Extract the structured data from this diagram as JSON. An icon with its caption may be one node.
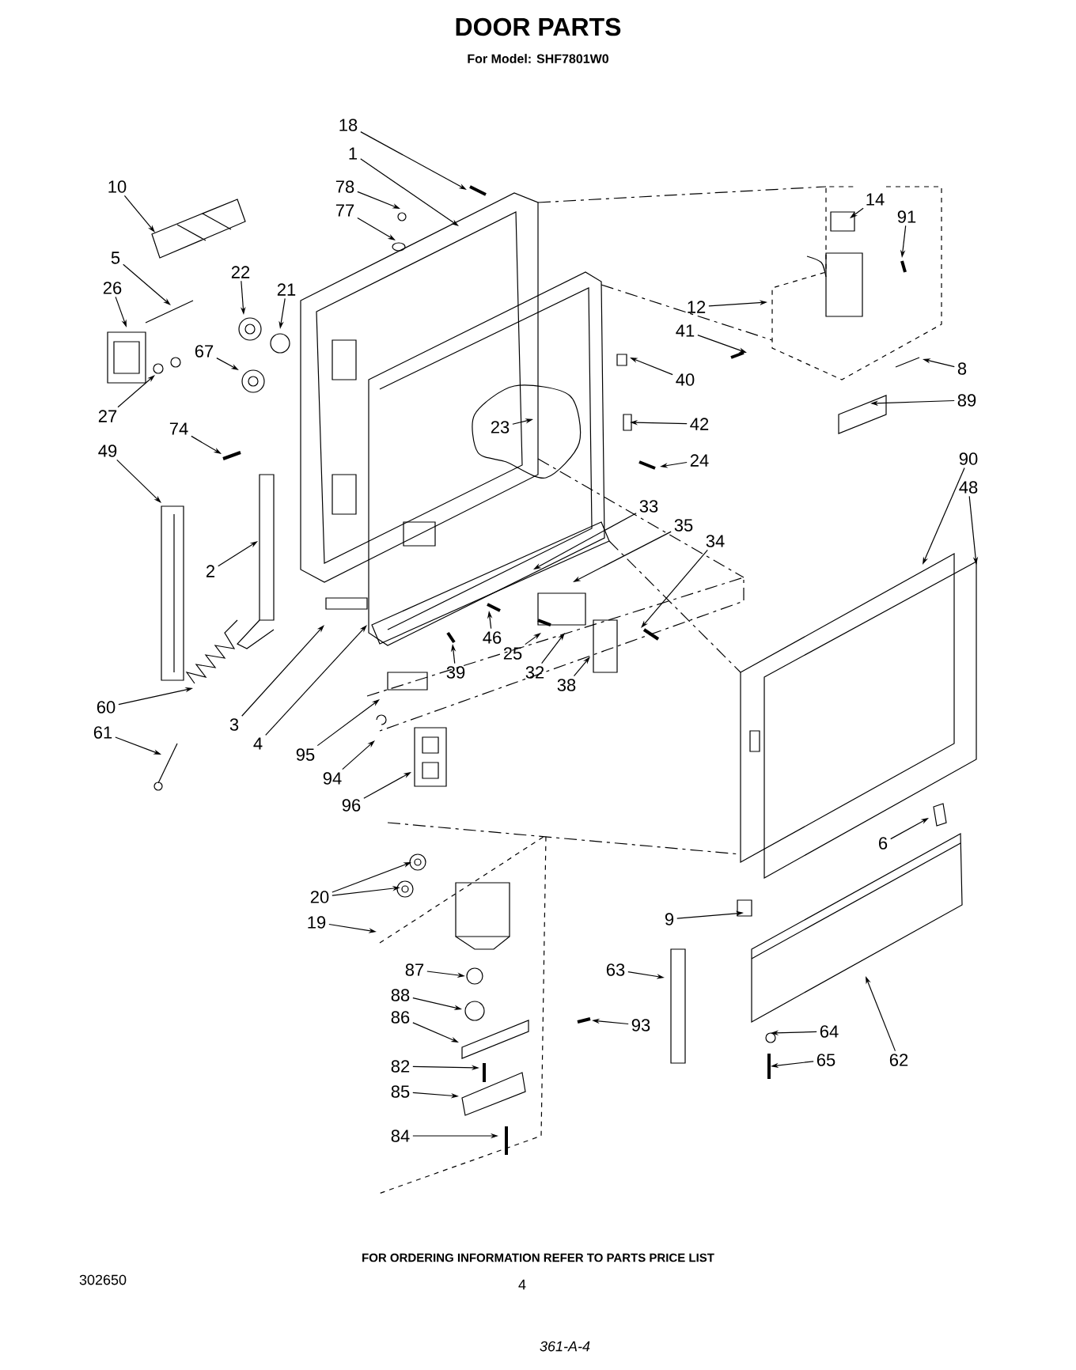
{
  "diagram": {
    "title": "DOOR PARTS",
    "nodes": [
      {
        "text": [
          "18"
        ]
      },
      {
        "text": [
          "1"
        ]
      },
      {
        "text": [
          "78"
        ]
      },
      {
        "text": [
          "77"
        ]
      },
      {
        "text": [
          "10"
        ]
      },
      {
        "text": [
          "5"
        ]
      },
      {
        "text": [
          "22"
        ]
      },
      {
        "text": [
          "21"
        ]
      },
      {
        "text": [
          "26"
        ]
      },
      {
        "text": [
          "67"
        ]
      },
      {
        "text": [
          "14"
        ]
      },
      {
        "text": [
          "91"
        ]
      },
      {
        "text": [
          "12"
        ]
      },
      {
        "text": [
          "41"
        ]
      },
      {
        "text": [
          "40"
        ]
      },
      {
        "text": [
          "8"
        ]
      },
      {
        "text": [
          "89"
        ]
      },
      {
        "text": [
          "27"
        ]
      },
      {
        "text": [
          "23"
        ]
      },
      {
        "text": [
          "42"
        ]
      },
      {
        "text": [
          "74"
        ]
      },
      {
        "text": [
          "49"
        ]
      },
      {
        "text": [
          "24"
        ]
      },
      {
        "text": [
          "90"
        ]
      },
      {
        "text": [
          "48"
        ]
      },
      {
        "text": [
          "33"
        ]
      },
      {
        "text": [
          "35"
        ]
      },
      {
        "text": [
          "34"
        ]
      },
      {
        "text": [
          "2"
        ]
      },
      {
        "text": [
          "46"
        ]
      },
      {
        "text": [
          "25"
        ]
      },
      {
        "text": [
          "39"
        ]
      },
      {
        "text": [
          "32"
        ]
      },
      {
        "text": [
          "38"
        ]
      },
      {
        "text": [
          "60"
        ]
      },
      {
        "text": [
          "3"
        ]
      },
      {
        "text": [
          "61"
        ]
      },
      {
        "text": [
          "4"
        ]
      },
      {
        "text": [
          "95"
        ]
      },
      {
        "text": [
          "94"
        ]
      },
      {
        "text": [
          "96"
        ]
      },
      {
        "text": [
          "6"
        ]
      },
      {
        "text": [
          "20"
        ]
      },
      {
        "text": [
          "19"
        ]
      },
      {
        "text": [
          "9"
        ]
      },
      {
        "text": [
          "87"
        ]
      },
      {
        "text": [
          "63"
        ]
      },
      {
        "text": [
          "88"
        ]
      },
      {
        "text": [
          "86"
        ]
      },
      {
        "text": [
          "93"
        ]
      },
      {
        "text": [
          "64"
        ]
      },
      {
        "text": [
          "62"
        ]
      },
      {
        "text": [
          "82"
        ]
      },
      {
        "text": [
          "65"
        ]
      },
      {
        "text": [
          "85"
        ]
      },
      {
        "text": [
          "84"
        ]
      }
    ],
    "edges": [
      {
        "from": 0,
        "to": null,
        "arrow": "to"
      },
      {
        "from": 1,
        "to": null,
        "arrow": "to"
      },
      {
        "from": 2,
        "to": null,
        "arrow": "to"
      },
      {
        "from": 3,
        "to": null,
        "arrow": "to"
      },
      {
        "from": 4,
        "to": null,
        "arrow": "to"
      },
      {
        "from": 5,
        "to": null,
        "arrow": "to"
      },
      {
        "from": 6,
        "to": null,
        "arrow": "to"
      },
      {
        "from": 7,
        "to": null,
        "arrow": "to"
      },
      {
        "from": 8,
        "to": null,
        "arrow": "to"
      },
      {
        "from": 9,
        "to": null,
        "arrow": "to"
      },
      {
        "from": 10,
        "to": null,
        "arrow": "to"
      },
      {
        "from": 11,
        "to": null,
        "arrow": "to"
      },
      {
        "from": 12,
        "to": null,
        "arrow": "to"
      },
      {
        "from": 13,
        "to": null,
        "arrow": "to"
      },
      {
        "from": 14,
        "to": null,
        "arrow": "to"
      },
      {
        "from": 15,
        "to": null,
        "arrow": "to"
      },
      {
        "from": 16,
        "to": null,
        "arrow": "to"
      },
      {
        "from": 17,
        "to": null,
        "arrow": "to"
      },
      {
        "from": 18,
        "to": null,
        "arrow": "to"
      },
      {
        "from": 19,
        "to": null,
        "arrow": "to"
      },
      {
        "from": 20,
        "to": null,
        "arrow": "to"
      },
      {
        "from": 21,
        "to": null,
        "arrow": "to"
      },
      {
        "from": 22,
        "to": null,
        "arrow": "to"
      },
      {
        "from": 23,
        "to": null,
        "arrow": "to"
      },
      {
        "from": 24,
        "to": null,
        "arrow": "to"
      },
      {
        "from": 25,
        "to": null,
        "arrow": "to"
      },
      {
        "from": 26,
        "to": null,
        "arrow": "to"
      },
      {
        "from": 27,
        "to": null,
        "arrow": "to"
      },
      {
        "from": 28,
        "to": null,
        "arrow": "to"
      },
      {
        "from": 29,
        "to": null,
        "arrow": "to"
      },
      {
        "from": 30,
        "to": null,
        "arrow": "to"
      },
      {
        "from": 31,
        "to": null,
        "arrow": "to"
      },
      {
        "from": 32,
        "to": null,
        "arrow": "to"
      },
      {
        "from": 33,
        "to": null,
        "arrow": "to"
      },
      {
        "from": 34,
        "to": null,
        "arrow": "to"
      },
      {
        "from": 35,
        "to": null,
        "arrow": "to"
      },
      {
        "from": 36,
        "to": null,
        "arrow": "to"
      },
      {
        "from": 37,
        "to": null,
        "arrow": "to"
      },
      {
        "from": 38,
        "to": null,
        "arrow": "to"
      },
      {
        "from": 39,
        "to": null,
        "arrow": "to"
      },
      {
        "from": 40,
        "to": null,
        "arrow": "to"
      },
      {
        "from": 41,
        "to": null,
        "arrow": "to"
      },
      {
        "from": 42,
        "to": null,
        "arrow": "to"
      },
      {
        "from": 42,
        "to": null,
        "arrow": "to"
      },
      {
        "from": 43,
        "to": null,
        "arrow": "to"
      },
      {
        "from": 44,
        "to": null,
        "arrow": "to"
      },
      {
        "from": 45,
        "to": null,
        "arrow": "to"
      },
      {
        "from": 46,
        "to": null,
        "arrow": "to"
      },
      {
        "from": 47,
        "to": null,
        "arrow": "to"
      },
      {
        "from": 48,
        "to": null,
        "arrow": "to"
      },
      {
        "from": 49,
        "to": null,
        "arrow": "to"
      },
      {
        "from": 50,
        "to": null,
        "arrow": "to"
      },
      {
        "from": 51,
        "to": null,
        "arrow": "to"
      },
      {
        "from": 52,
        "to": null,
        "arrow": "to"
      },
      {
        "from": 53,
        "to": null,
        "arrow": "to"
      },
      {
        "from": 54,
        "to": null,
        "arrow": "to"
      },
      {
        "from": 55,
        "to": null,
        "arrow": "to"
      }
    ],
    "labels": [
      "For Model: SHF7801W0",
      "FOR ORDERING INFORMATION REFER TO PARTS PRICE LIST",
      "302650",
      "4",
      "361-A-4"
    ]
  }
}
